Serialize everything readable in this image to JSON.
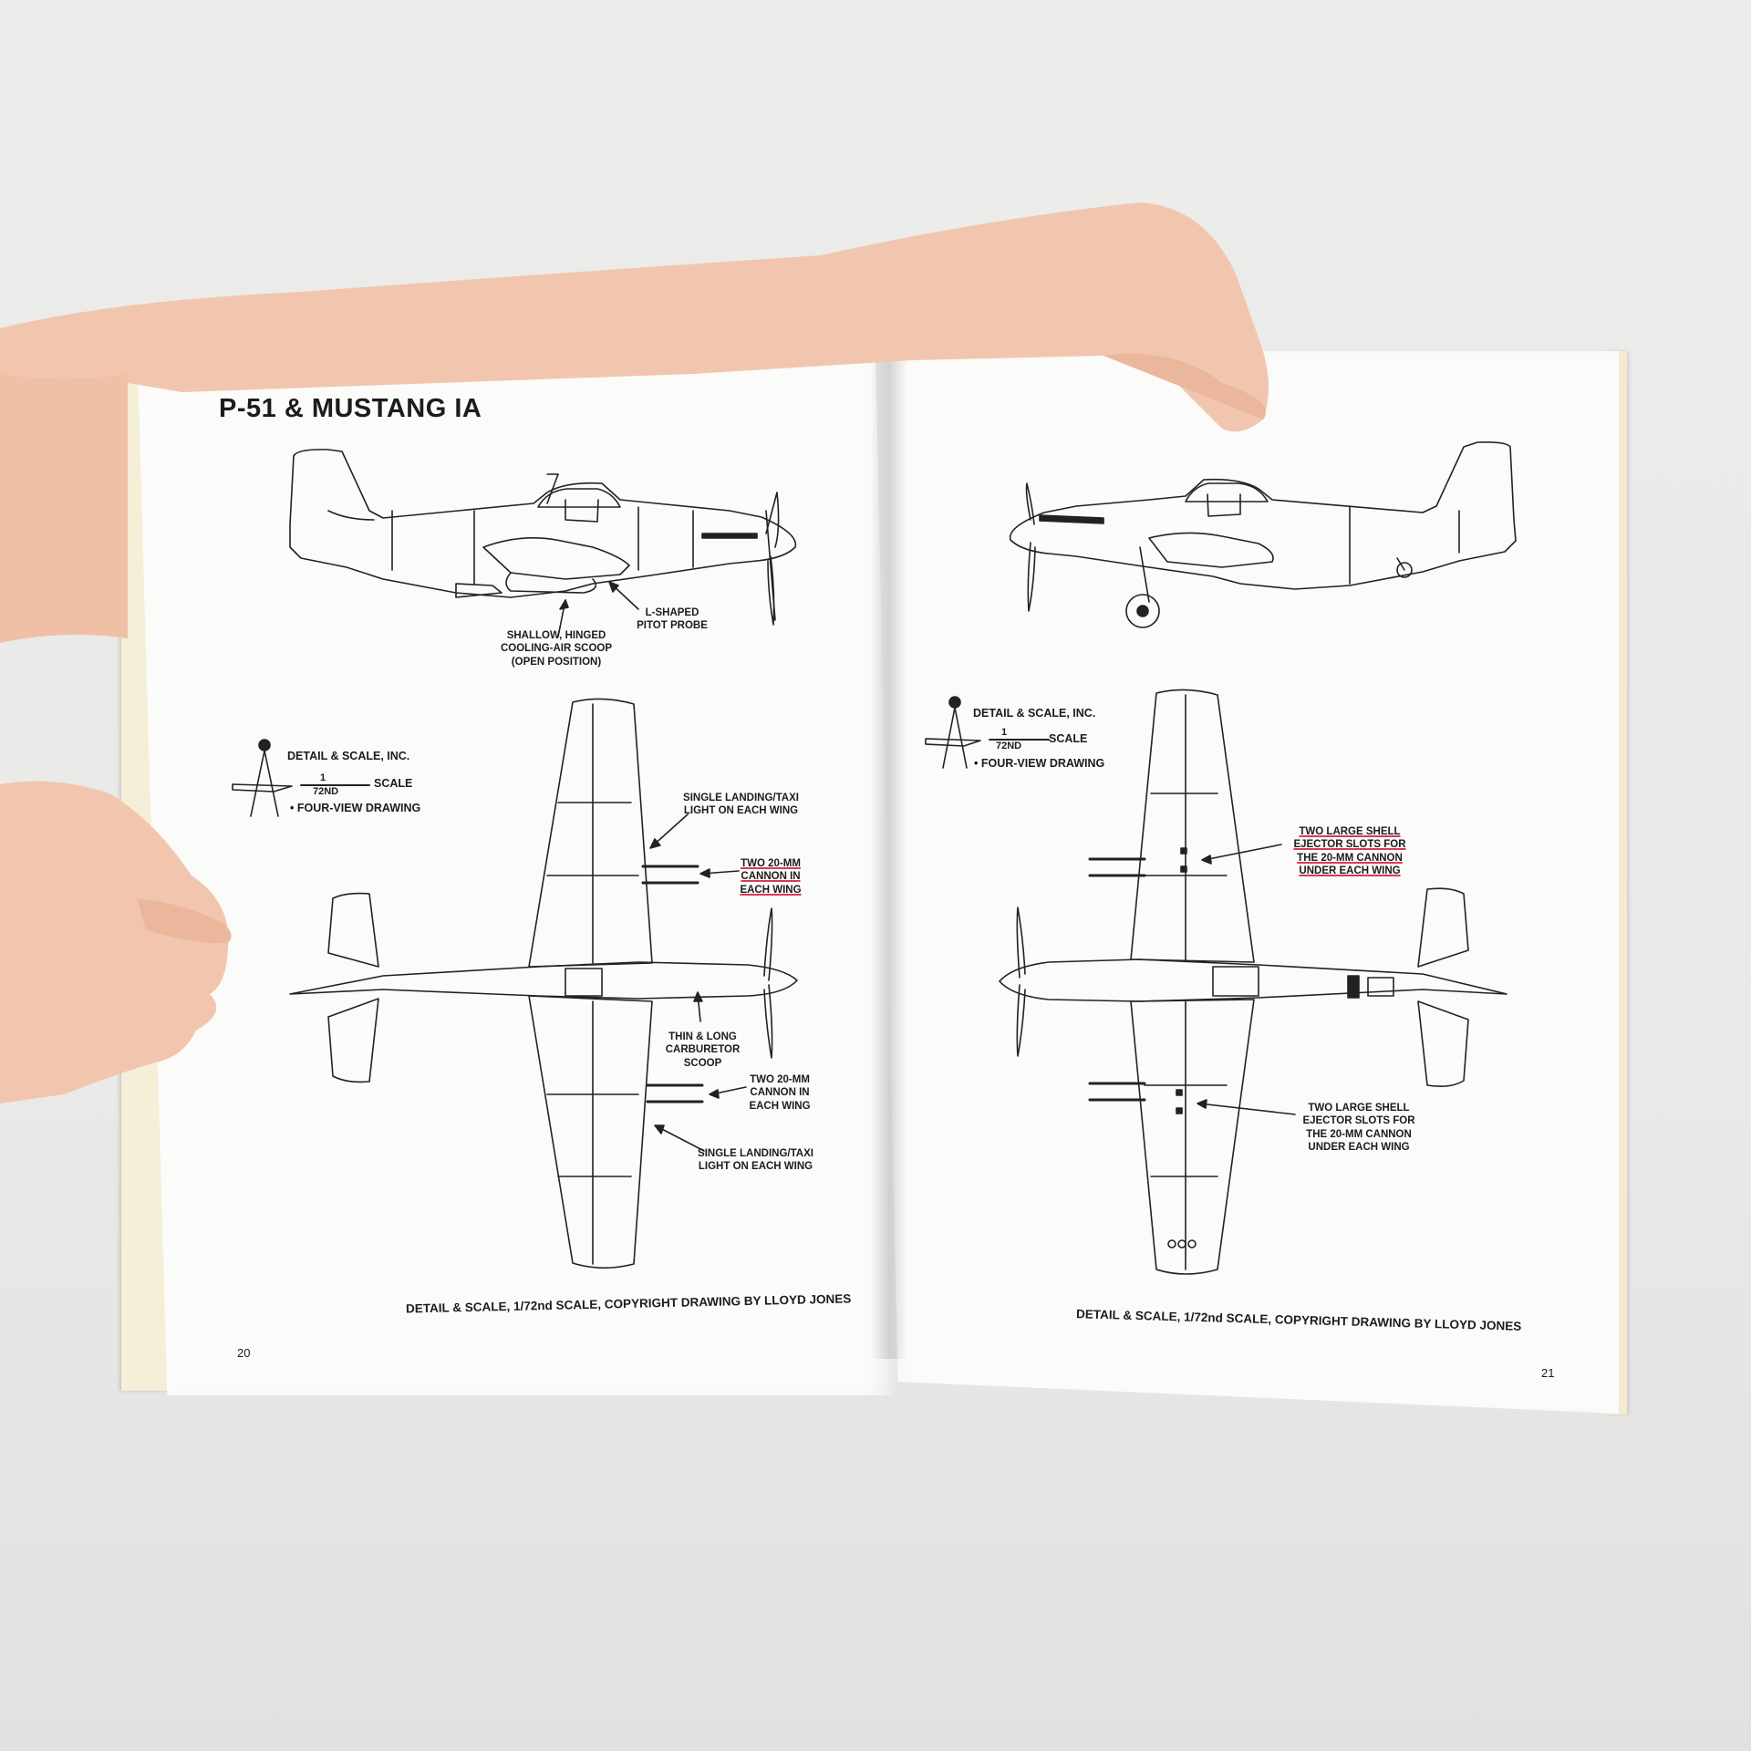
{
  "left_page": {
    "title": "P-51 & MUSTANG IA",
    "callouts": {
      "scoop": "SHALLOW, HINGED\nCOOLING-AIR SCOOP\n(OPEN POSITION)",
      "pitot": "L-SHAPED\nPITOT PROBE",
      "landing_light_top": "SINGLE LANDING/TAXI\nLIGHT ON EACH WING",
      "cannon_top": "TWO 20-MM\nCANNON IN\nEACH WING",
      "carburetor": "THIN & LONG\nCARBURETOR\nSCOOP",
      "cannon_bottom": "TWO 20-MM\nCANNON IN\nEACH WING",
      "landing_light_bottom": "SINGLE LANDING/TAXI\nLIGHT ON EACH WING"
    },
    "scale_logo": {
      "company": "DETAIL & SCALE, INC.",
      "numerator": "1",
      "denominator": "72ND",
      "scale_word": "SCALE",
      "drawing_type": "• FOUR-VIEW DRAWING"
    },
    "credit": "DETAIL & SCALE, 1/72nd SCALE, COPYRIGHT DRAWING BY LLOYD JONES",
    "page_number": "20"
  },
  "right_page": {
    "callouts": {
      "ejector_top": "TWO LARGE SHELL\nEJECTOR SLOTS FOR\nTHE 20-MM CANNON\nUNDER EACH WING",
      "ejector_bottom": "TWO LARGE SHELL\nEJECTOR SLOTS FOR\nTHE 20-MM CANNON\nUNDER EACH WING"
    },
    "scale_logo": {
      "company": "DETAIL & SCALE, INC.",
      "numerator": "1",
      "denominator": "72ND",
      "scale_word": "SCALE",
      "drawing_type": "• FOUR-VIEW DRAWING"
    },
    "credit": "DETAIL & SCALE, 1/72nd SCALE, COPYRIGHT DRAWING BY LLOYD JONES",
    "page_number": "21"
  },
  "colors": {
    "background": "#e9e9e7",
    "paper": "#fbfbfa",
    "ink": "#1c1c1c",
    "highlight_underline": "#d63a5b",
    "skin": "#f2c6ae"
  }
}
